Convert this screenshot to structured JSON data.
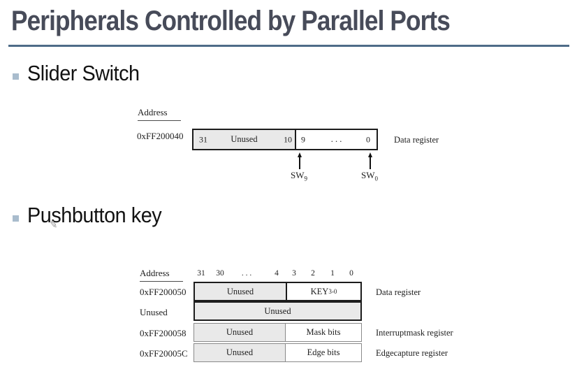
{
  "title": "Peripherals Controlled by Parallel Ports",
  "bullets": {
    "first": "Slider Switch",
    "second": "Pushbutton key"
  },
  "icons": {
    "pen_cursor": "✎"
  },
  "slider_diagram": {
    "address_header": "Address",
    "address": "0xFF200040",
    "bit_high": "31",
    "unused_label": "Unused",
    "bit_mid_high": "10",
    "bit_mid_low": "9",
    "dots": ". . .",
    "bit_low": "0",
    "register_label": "Data register",
    "sw_high": {
      "text": "SW",
      "sub": "9"
    },
    "sw_low": {
      "text": "SW",
      "sub": "0"
    }
  },
  "pushbutton_diagram": {
    "address_header": "Address",
    "bit_labels": [
      "31",
      "30",
      ". . .",
      "4",
      "3",
      "2",
      "1",
      "0"
    ],
    "rows": [
      {
        "address": "0xFF200050",
        "left_cell": "Unused",
        "right_cell": "KEY",
        "right_cell_sub": "3-0",
        "register_label": "Data register"
      },
      {
        "address": "Unused",
        "full_cell": "Unused",
        "register_label": ""
      },
      {
        "address": "0xFF200058",
        "left_cell": "Unused",
        "right_cell": "Mask bits",
        "register_label": "Interruptmask register"
      },
      {
        "address": "0xFF20005C",
        "left_cell": "Unused",
        "right_cell": "Edge bits",
        "register_label": "Edgecapture register"
      }
    ]
  },
  "colors": {
    "title_text": "#474b59",
    "title_underline": "#4e6b88",
    "bullet_square": "#a9bccd",
    "unused_cell_gray": "#e9e9e9",
    "border_dark": "#1c1c1c",
    "border_light": "#8a8a8a"
  }
}
